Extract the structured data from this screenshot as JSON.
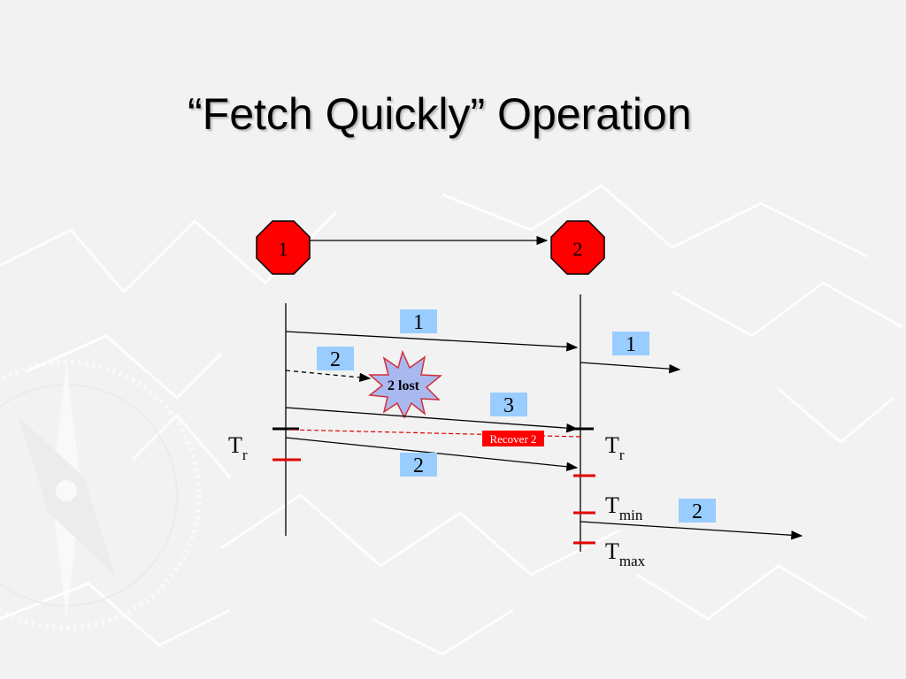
{
  "slide": {
    "title": "“Fetch Quickly” Operation"
  },
  "nodes": [
    {
      "label": "1"
    },
    {
      "label": "2"
    }
  ],
  "packets": {
    "p1_sender": "1",
    "p2_sender": "2",
    "p3_sender": "3",
    "p2_retransmit": "2",
    "p1_forward": "1",
    "p2_forward": "2"
  },
  "loss_label": "2 lost",
  "recover_label": "Recover 2",
  "timers": {
    "left": {
      "base": "T",
      "sub": "r"
    },
    "right_tr": {
      "base": "T",
      "sub": "r"
    },
    "right_tmin": {
      "base": "T",
      "sub": "min"
    },
    "right_tmax": {
      "base": "T",
      "sub": "max"
    }
  },
  "colors": {
    "node_fill": "#ff0000",
    "packet_fill": "#99ccff",
    "recover_fill": "#ff0000",
    "burst_fill": "#aab8f0",
    "timer_mark": "#e00000"
  }
}
